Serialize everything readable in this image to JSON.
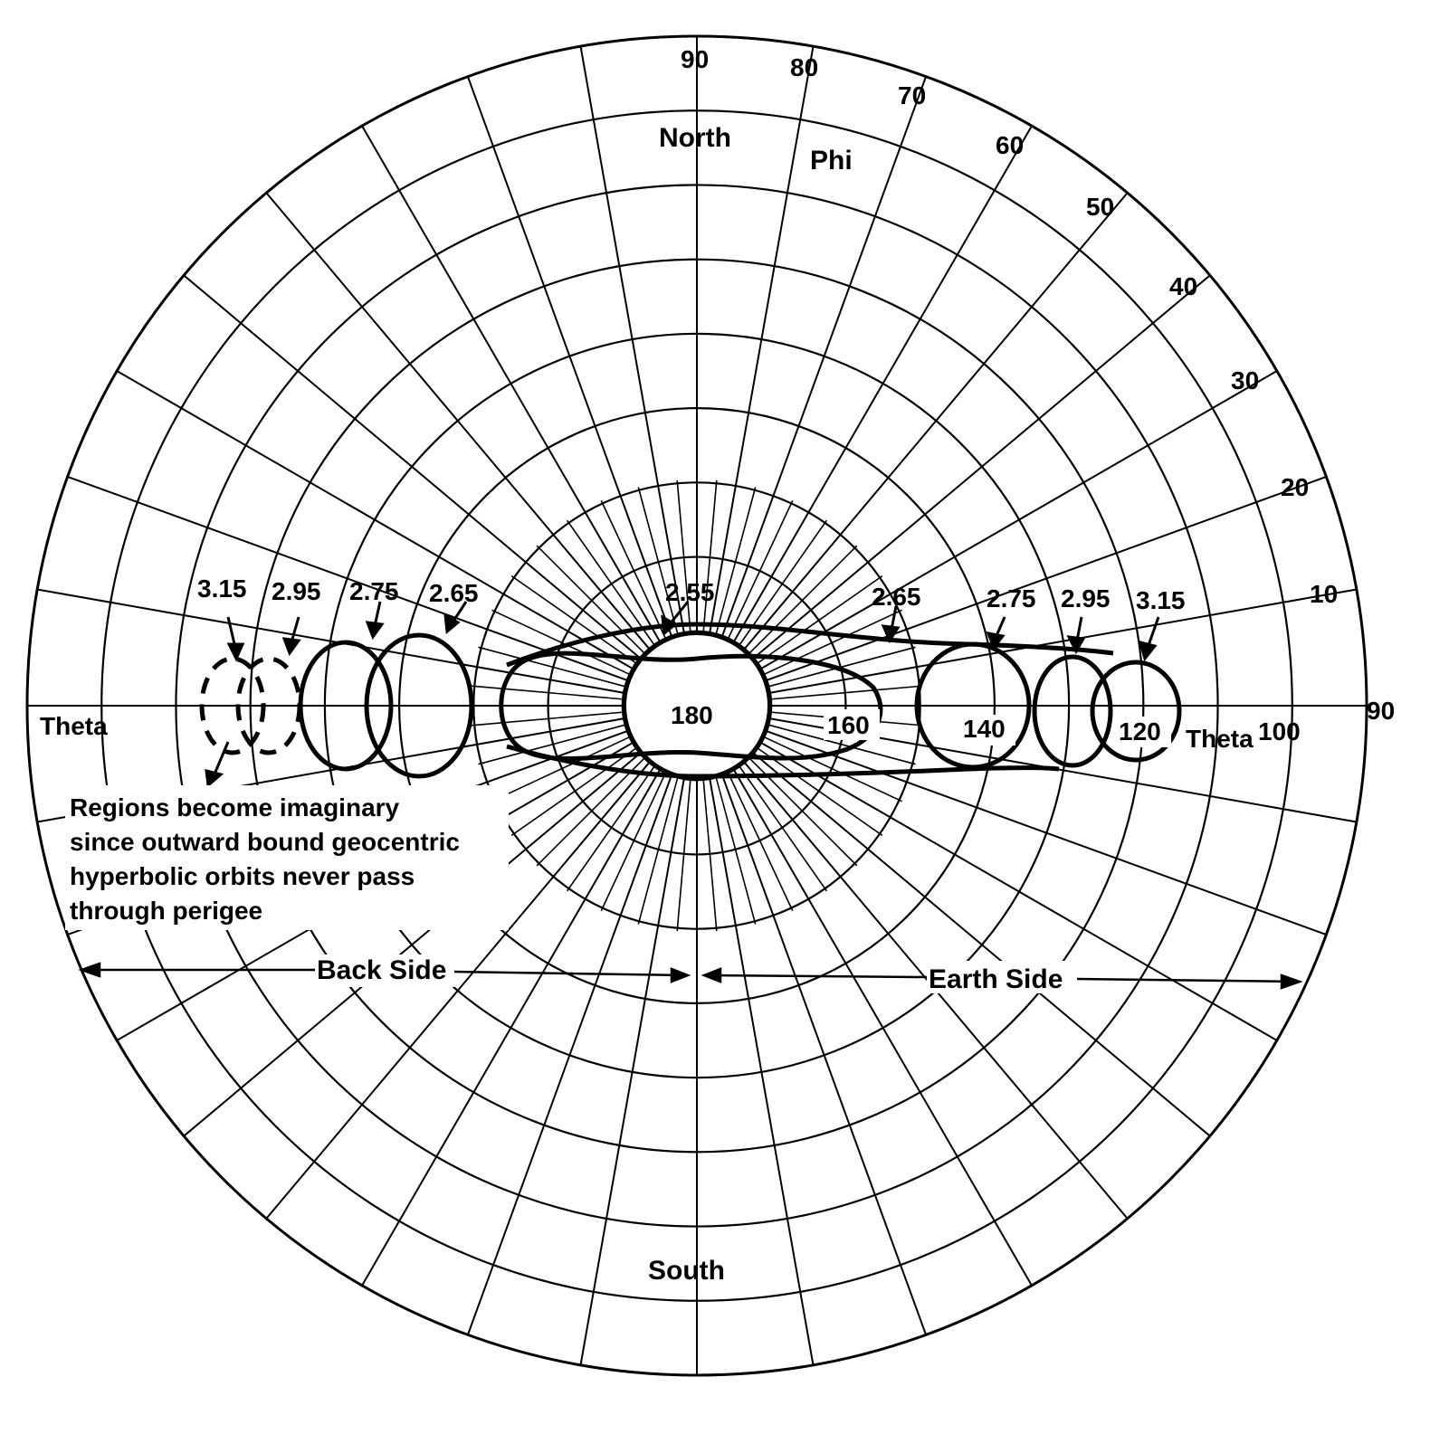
{
  "phi_labels": [
    "90",
    "80",
    "70",
    "60",
    "50",
    "40",
    "30",
    "20",
    "10",
    "90"
  ],
  "theta_labels": {
    "center": "180",
    "right_rings": [
      "160",
      "140",
      "120",
      "100"
    ]
  },
  "axis_labels": {
    "north": "North",
    "south": "South",
    "phi": "Phi",
    "theta_left": "Theta",
    "theta_right": "Theta"
  },
  "contour_values": {
    "left": [
      "3.15",
      "2.95",
      "2.75",
      "2.65"
    ],
    "top": "2.55",
    "right": [
      "2.65",
      "2.75",
      "2.95",
      "3.15"
    ]
  },
  "annotation": {
    "lines": [
      "Regions become imaginary",
      "since outward bound geocentric",
      "hyperbolic orbits never pass",
      "through perigee"
    ]
  },
  "sides": {
    "back": "Back Side",
    "earth": "Earth Side"
  },
  "colors": {
    "ink": "#000000",
    "paper": "#ffffff"
  }
}
